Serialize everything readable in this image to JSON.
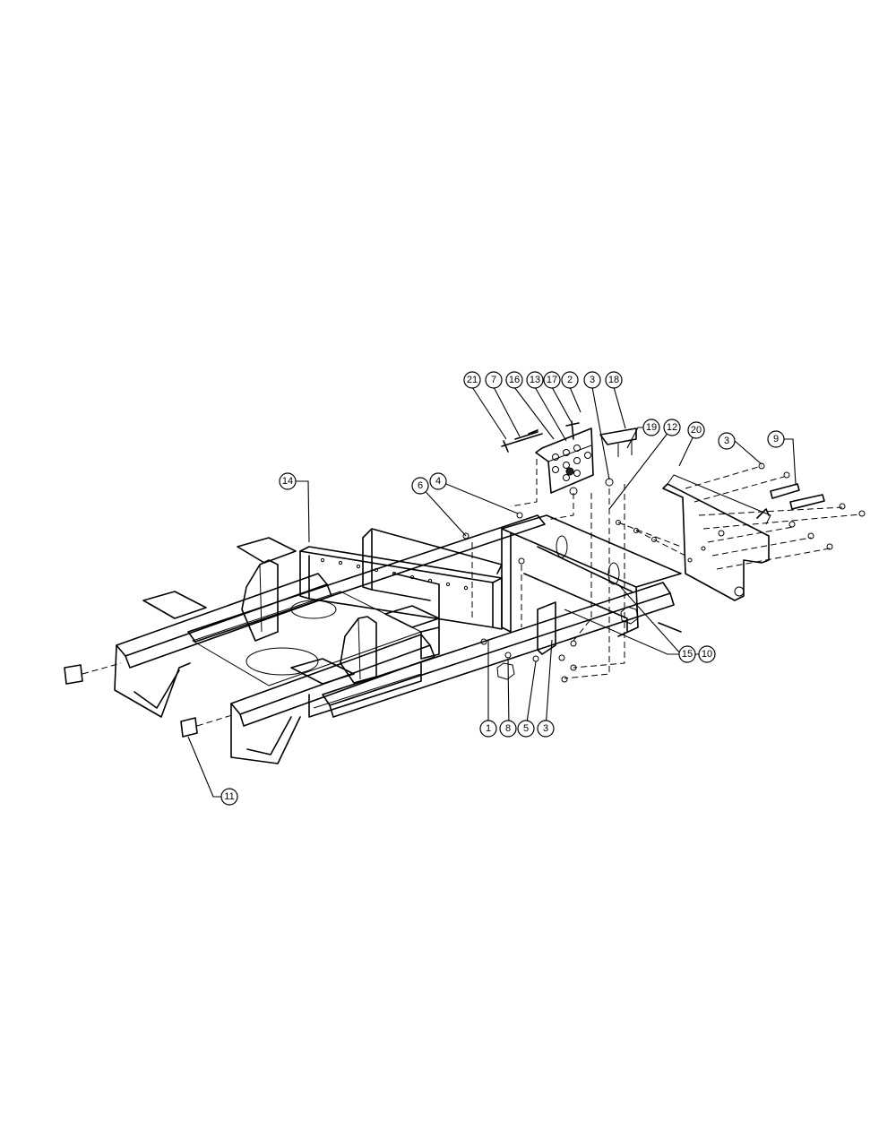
{
  "diagram": {
    "type": "exploded-parts-view",
    "callouts": [
      {
        "id": "c21",
        "label": "21"
      },
      {
        "id": "c7",
        "label": "7"
      },
      {
        "id": "c16",
        "label": "16"
      },
      {
        "id": "c13",
        "label": "13"
      },
      {
        "id": "c17",
        "label": "17"
      },
      {
        "id": "c2",
        "label": "2"
      },
      {
        "id": "c3a",
        "label": "3"
      },
      {
        "id": "c18",
        "label": "18"
      },
      {
        "id": "c19",
        "label": "19"
      },
      {
        "id": "c12",
        "label": "12"
      },
      {
        "id": "c20",
        "label": "20"
      },
      {
        "id": "c3b",
        "label": "3"
      },
      {
        "id": "c9",
        "label": "9"
      },
      {
        "id": "c6",
        "label": "6"
      },
      {
        "id": "c4",
        "label": "4"
      },
      {
        "id": "c14",
        "label": "14"
      },
      {
        "id": "c15",
        "label": "15"
      },
      {
        "id": "c10",
        "label": "10"
      },
      {
        "id": "c1",
        "label": "1"
      },
      {
        "id": "c8",
        "label": "8"
      },
      {
        "id": "c5",
        "label": "5"
      },
      {
        "id": "c3c",
        "label": "3"
      },
      {
        "id": "c11",
        "label": "11"
      }
    ]
  }
}
